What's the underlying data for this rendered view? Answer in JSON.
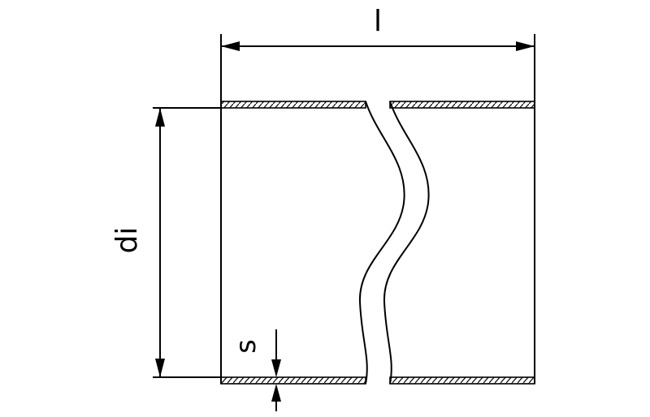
{
  "diagram": {
    "labels": {
      "length": "l",
      "inner_diameter": "di",
      "wall_thickness": "s"
    },
    "colors": {
      "line": "#000000",
      "background": "#ffffff"
    }
  }
}
